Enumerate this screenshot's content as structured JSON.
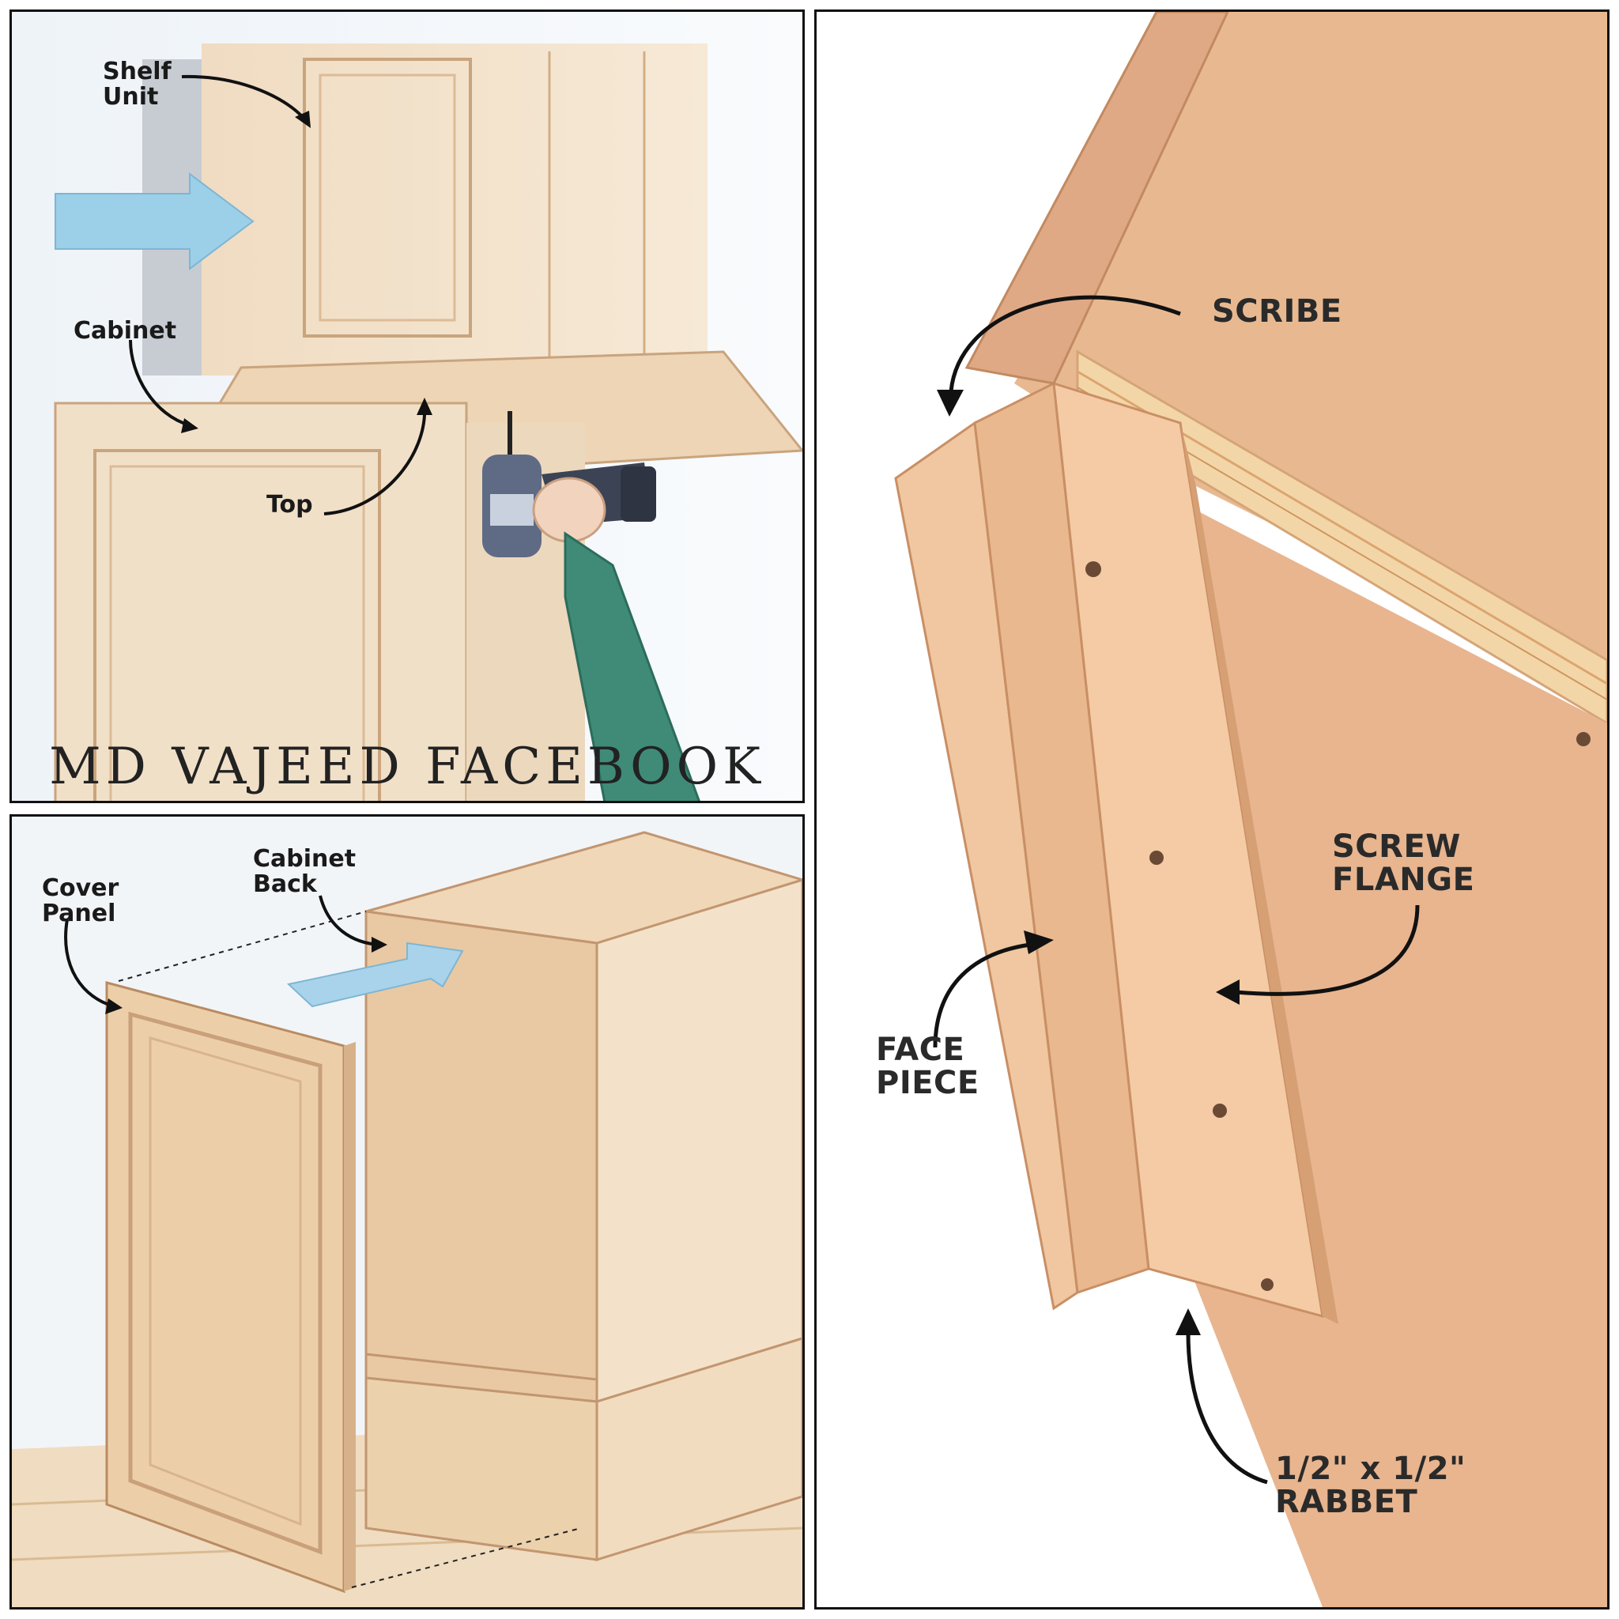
{
  "panel_top_left": {
    "labels": {
      "shelf_unit": "Shelf\nUnit",
      "cabinet": "Cabinet",
      "top": "Top"
    },
    "watermark": "MD VAJEED FACEBOOK"
  },
  "panel_bottom_left": {
    "labels": {
      "cover_panel": "Cover\nPanel",
      "cabinet_back": "Cabinet\nBack"
    }
  },
  "panel_right": {
    "labels": {
      "scribe": "SCRIBE",
      "screw_flange": "SCREW\nFLANGE",
      "face_piece": "FACE\nPIECE",
      "rabbet": "1/2\" x 1/2\"\nRABBET"
    }
  },
  "colors": {
    "wood_light": "#f1dcc0",
    "wood_mid": "#e2b98f",
    "wood_dark": "#c9956b",
    "arrow_blue": "#9ccfe8",
    "sleeve_green": "#3f8b78"
  }
}
